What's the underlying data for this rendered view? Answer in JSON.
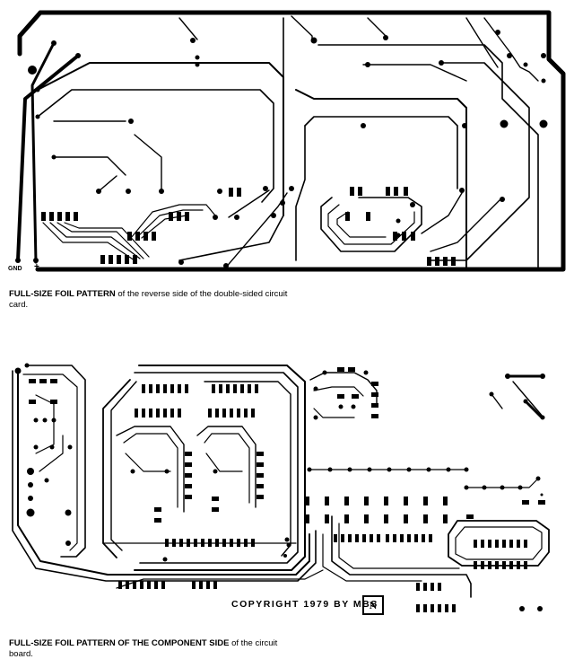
{
  "top_figure": {
    "gnd_label": "GND",
    "plus_label": "+",
    "caption_bold": "FULL-SIZE FOIL PATTERN",
    "caption_rest": "of the reverse side of the double-sided circuit card."
  },
  "bottom_figure": {
    "copyright_text": "COPYRIGHT 1979 BY MBS",
    "logo_text": "N",
    "caption_bold": "FULL-SIZE FOIL PATTERN OF THE COMPONENT SIDE",
    "caption_rest": "of the circuit board."
  },
  "colors": {
    "foil": "#000000",
    "background": "#ffffff"
  }
}
